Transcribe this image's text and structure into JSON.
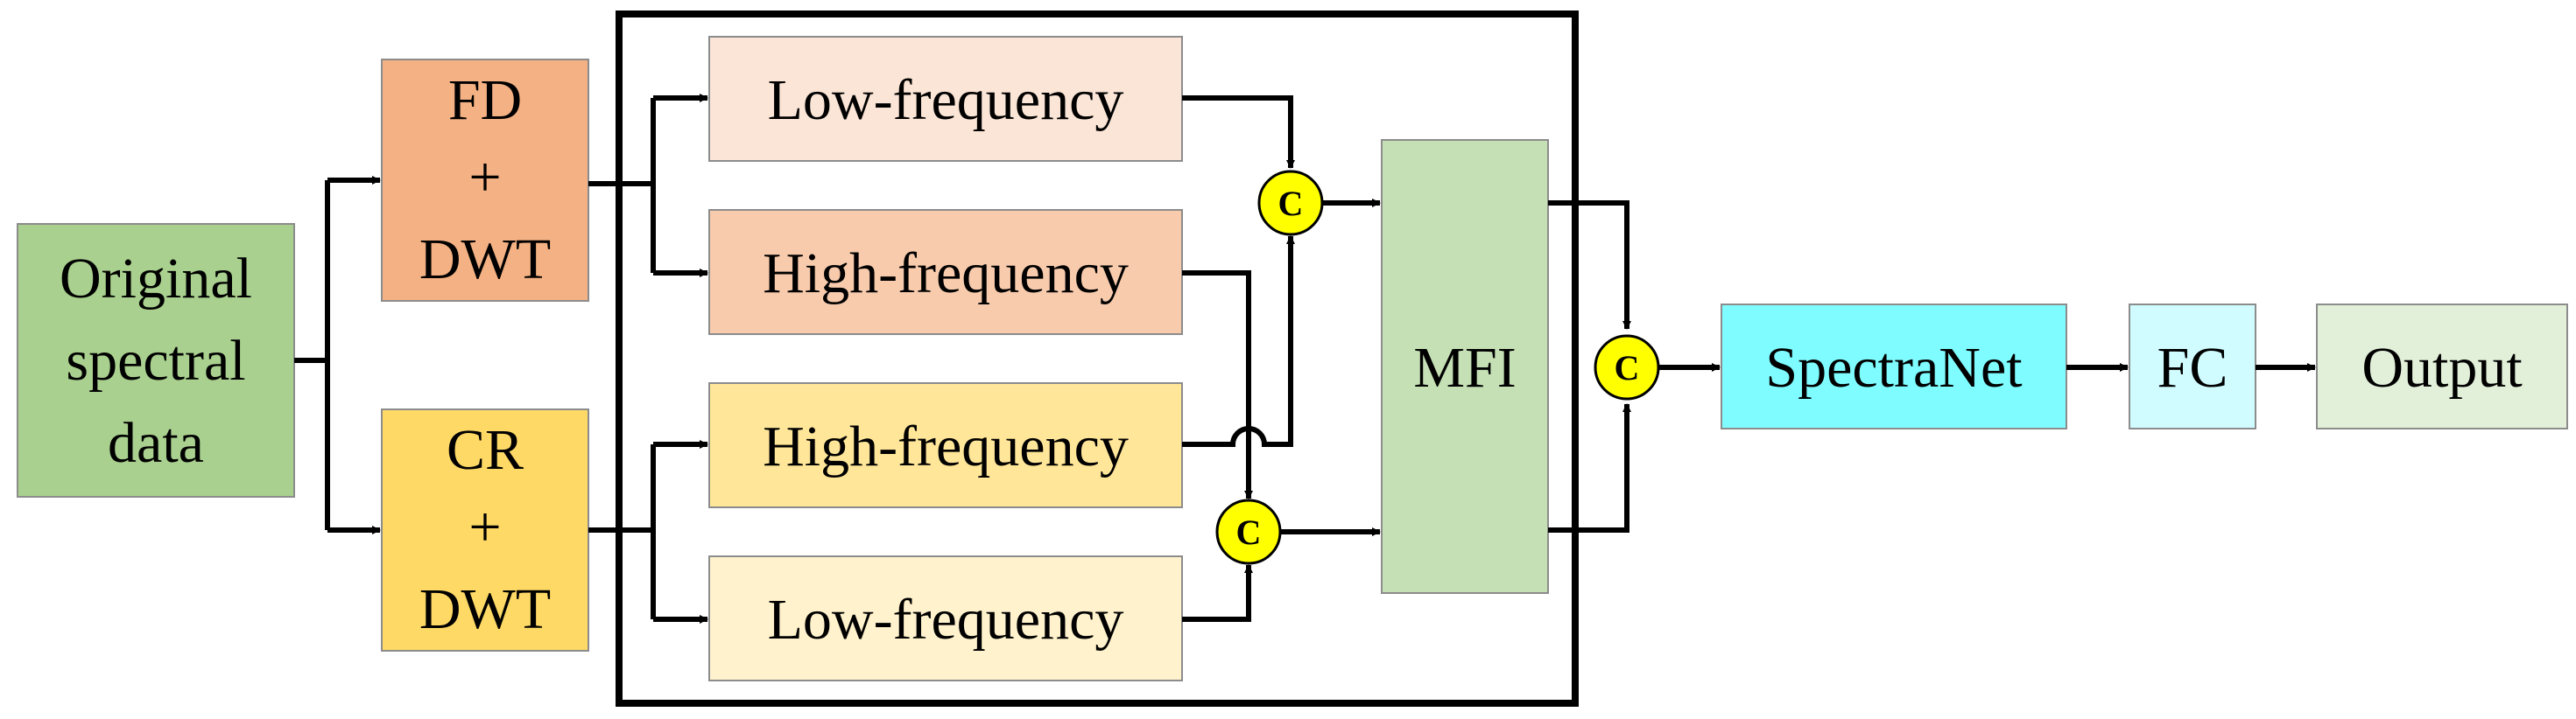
{
  "colors": {
    "original": "#a9d08e",
    "fd": "#f4b183",
    "cr": "#ffd966",
    "low_fd": "#fbe5d6",
    "high_fd": "#f8cbad",
    "high_cr": "#ffe699",
    "low_cr": "#fff2cc",
    "mfi": "#c5e0b4",
    "spectranet": "#7ffcff",
    "fc": "#d0fcff",
    "output": "#e2f0d9",
    "concat": "#ffff00"
  },
  "nodes": {
    "original": [
      "Original",
      "spectral",
      "data"
    ],
    "fd": [
      "FD",
      "+",
      "DWT"
    ],
    "cr": [
      "CR",
      "+",
      "DWT"
    ],
    "low_top": "Low-frequency",
    "high_top": "High-frequency",
    "high_bottom": "High-frequency",
    "low_bottom": "Low-frequency",
    "mfi": "MFI",
    "spectranet": "SpectraNet",
    "fc": "FC",
    "output": "Output"
  },
  "concat_label": "C"
}
